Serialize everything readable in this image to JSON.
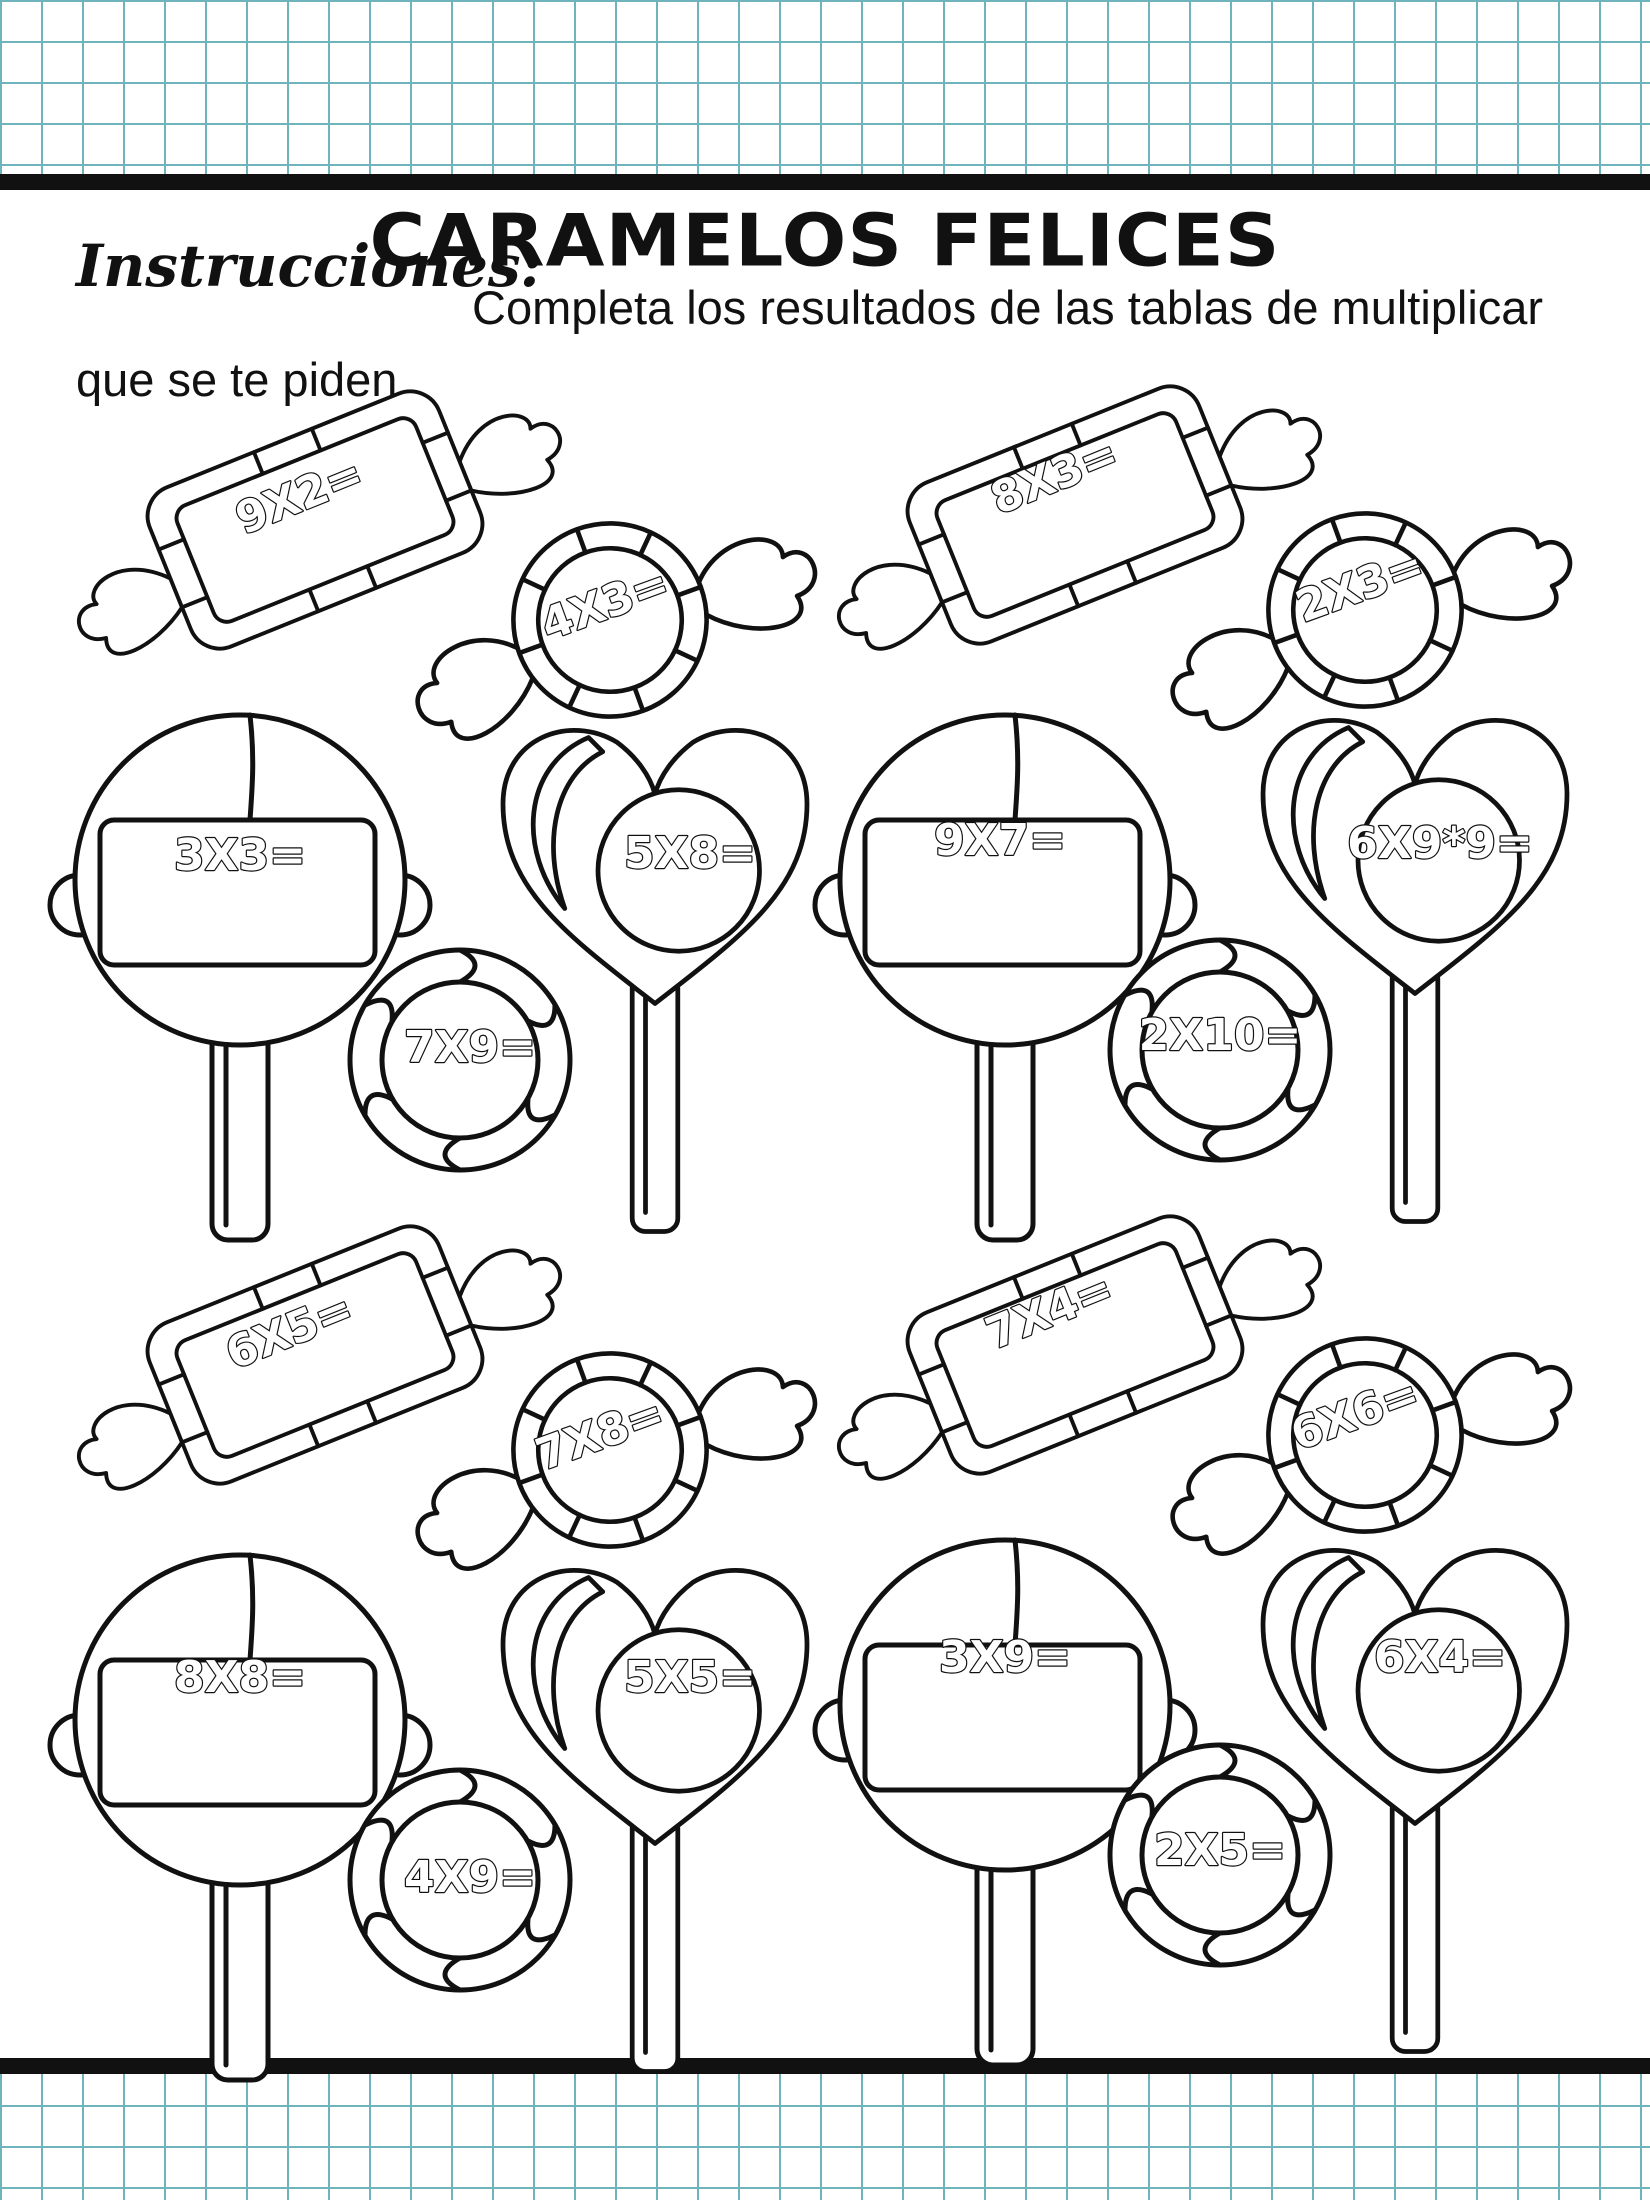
{
  "title": "CARAMELOS FELICES",
  "instructions": {
    "label": "Instrucciones:",
    "text": "Completa los resultados de las tablas de multiplicar que se te piden."
  },
  "problems": [
    "9X2=",
    "4X3=",
    "8X3=",
    "2X3=",
    "3X3=",
    "5X8=",
    "9X7=",
    "6X9*9=",
    "7X9=",
    "2X10=",
    "6X5=",
    "7X8=",
    "7X4=",
    "6X6=",
    "8X8=",
    "5X5=",
    "3X9=",
    "6X4=",
    "4X9=",
    "2X5="
  ],
  "colors": {
    "ink": "#111111",
    "grid": "#6fb3bd",
    "paper": "#ffffff"
  }
}
